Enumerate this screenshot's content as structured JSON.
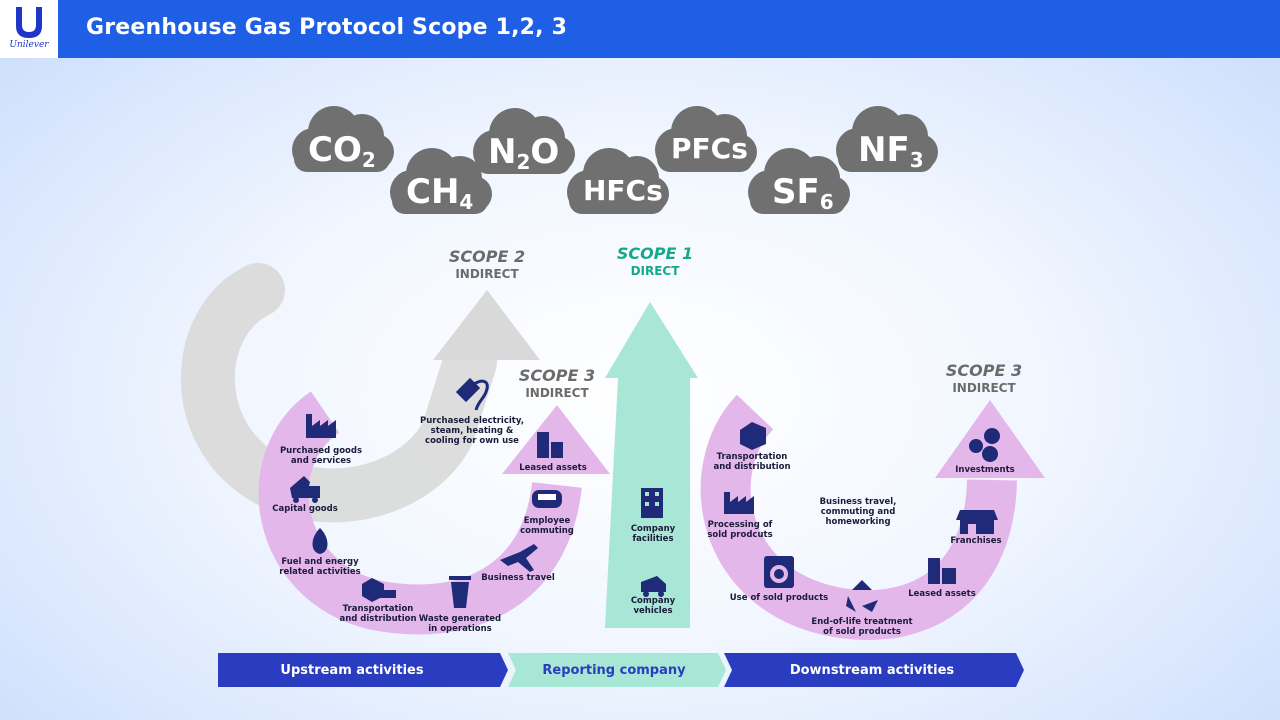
{
  "header": {
    "title": "Greenhouse Gas Protocol Scope 1,2, 3",
    "brand": "Unilever"
  },
  "gases": [
    {
      "base": "CO",
      "sub": "2"
    },
    {
      "base": "CH",
      "sub": "4"
    },
    {
      "base": "N",
      "sub": "2",
      "tail": "O"
    },
    {
      "base": "HFCs"
    },
    {
      "base": "PFCs"
    },
    {
      "base": "SF",
      "sub": "6"
    },
    {
      "base": "NF",
      "sub": "3"
    }
  ],
  "scopes": {
    "scope2": {
      "title": "SCOPE 2",
      "sub": "INDIRECT"
    },
    "scope1": {
      "title": "SCOPE 1",
      "sub": "DIRECT"
    },
    "scope3_upstream": {
      "title": "SCOPE 3",
      "sub": "INDIRECT"
    },
    "scope3_downstream": {
      "title": "SCOPE 3",
      "sub": "INDIRECT"
    }
  },
  "upstream": {
    "purchased_goods": [
      "Purchased goods",
      "and services"
    ],
    "capital_goods": [
      "Capital goods"
    ],
    "fuel_energy": [
      "Fuel and energy",
      "related activities"
    ],
    "transport": [
      "Transportation",
      "and distribution"
    ],
    "waste": [
      "Waste generated",
      "in operations"
    ],
    "business_travel": [
      "Business travel"
    ],
    "employee_commuting": [
      "Employee",
      "commuting"
    ],
    "leased_assets": [
      "Leased assets"
    ]
  },
  "scope2_activity": [
    "Purchased electricity,",
    "steam, heating &",
    "cooling for own use"
  ],
  "scope1_activities": {
    "facilities": [
      "Company",
      "facilities"
    ],
    "vehicles": [
      "Company",
      "vehicles"
    ]
  },
  "downstream": {
    "transport": [
      "Transportation",
      "and distribution"
    ],
    "processing": [
      "Processing of",
      "sold prodcuts"
    ],
    "use": [
      "Use of sold products"
    ],
    "end_of_life": [
      "End-of-life treatment",
      "of sold products"
    ],
    "leased_assets": [
      "Leased assets"
    ],
    "franchises": [
      "Franchises"
    ],
    "investments": [
      "Investments"
    ],
    "business_travel": [
      "Business travel,",
      "commuting and",
      "homeworking"
    ]
  },
  "bands": {
    "upstream": "Upstream activities",
    "reporting": "Reporting company",
    "downstream": "Downstream activities"
  },
  "colors": {
    "header_blue": "#1f5fe6",
    "cloud_gray": "#6e6e6e",
    "scope2_gray": "#d9d9d9",
    "scope1_teal": "#a8e6d6",
    "scope3_pink": "#e3b7ea",
    "navy_band": "#2a3cc0",
    "icon_navy": "#1f2a78",
    "scope1_text": "#16a88a"
  }
}
